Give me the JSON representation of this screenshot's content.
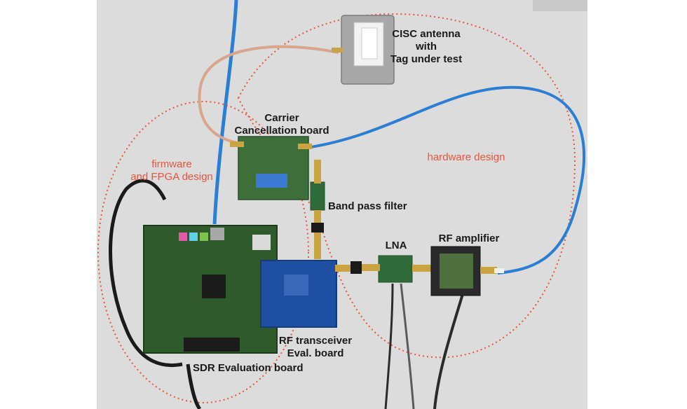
{
  "labels": {
    "cisc_antenna": "CISC antenna\nwith\nTag under test",
    "carrier_cancellation": "Carrier\nCancellation board",
    "firmware_fpga": "firmware\nand FPGA design",
    "hardware_design": "hardware design",
    "band_pass_filter": "Band pass filter",
    "lna": "LNA",
    "rf_amplifier": "RF amplifier",
    "rf_transceiver": "RF transceiver\nEval. board",
    "sdr_board": "SDR Evaluation board"
  },
  "colors": {
    "desk": "#dcdcdc",
    "dotted_region": "#e8553d",
    "label_text": "#1a1a1a",
    "pcb_green": "#2f5a2c",
    "pcb_blue": "#1f4fa3",
    "cable_blue": "#2a7fd4",
    "cable_copper": "#d9a58c"
  },
  "icons": [
    "board-icon",
    "coax-cable-icon",
    "antenna-box-icon"
  ]
}
